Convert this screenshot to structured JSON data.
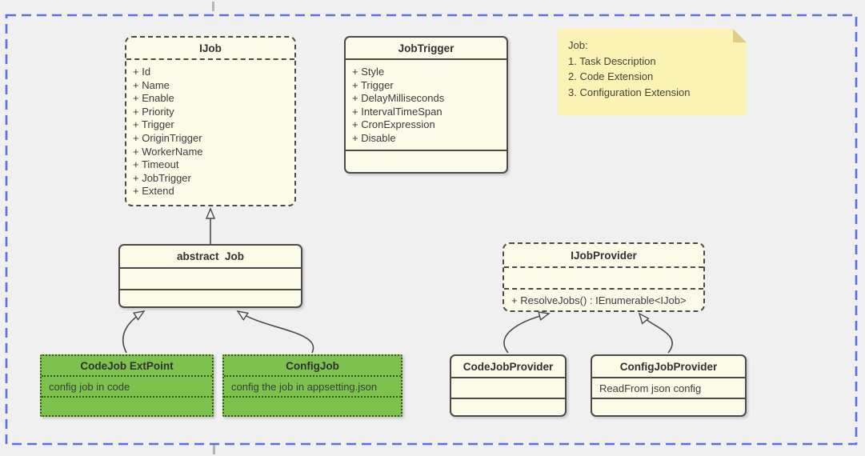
{
  "window": {
    "background": "#f0f0f0",
    "selection_frame_color": "#5a6ee4"
  },
  "classes": {
    "ijob": {
      "title": "IJob",
      "fields": [
        "+ Id",
        "+ Name",
        "+ Enable",
        "+ Priority",
        "+ Trigger",
        "+ OriginTrigger",
        "+ WorkerName",
        "+ Timeout",
        "+ JobTrigger",
        "+ Extend"
      ]
    },
    "jobtrigger": {
      "title": "JobTrigger",
      "fields": [
        "+ Style",
        "+ Trigger",
        "+ DelayMilliseconds",
        "+ IntervalTimeSpan",
        "+ CronExpression",
        "+ Disable"
      ]
    },
    "abstract_job": {
      "title": "abstract  Job"
    },
    "ijobprovider": {
      "title": "IJobProvider",
      "methods": [
        "+ ResolveJobs() : IEnumerable<IJob>"
      ]
    },
    "codejob_extpoint": {
      "title": "CodeJob ExtPoint",
      "fields": [
        "config job in code"
      ]
    },
    "configjob": {
      "title": "ConfigJob",
      "fields": [
        "config the job in appsetting.json"
      ]
    },
    "codejobprovider": {
      "title": "CodeJobProvider"
    },
    "configjobprovider": {
      "title": "ConfigJobProvider",
      "fields": [
        "ReadFrom json config"
      ]
    }
  },
  "sticky_note": {
    "heading": "Job:",
    "items": [
      "1. Task Description",
      "2. Code Extension",
      "3. Configuration Extension"
    ],
    "fill": "#fbf3b4",
    "fold_color": "#dfcd85"
  },
  "colors": {
    "class_fill": "#fbfbe8",
    "class_border": "#4a4a4a",
    "green_fill": "#7dc24d",
    "green_border": "#3a551f",
    "edge_color": "#4a4a4a"
  }
}
